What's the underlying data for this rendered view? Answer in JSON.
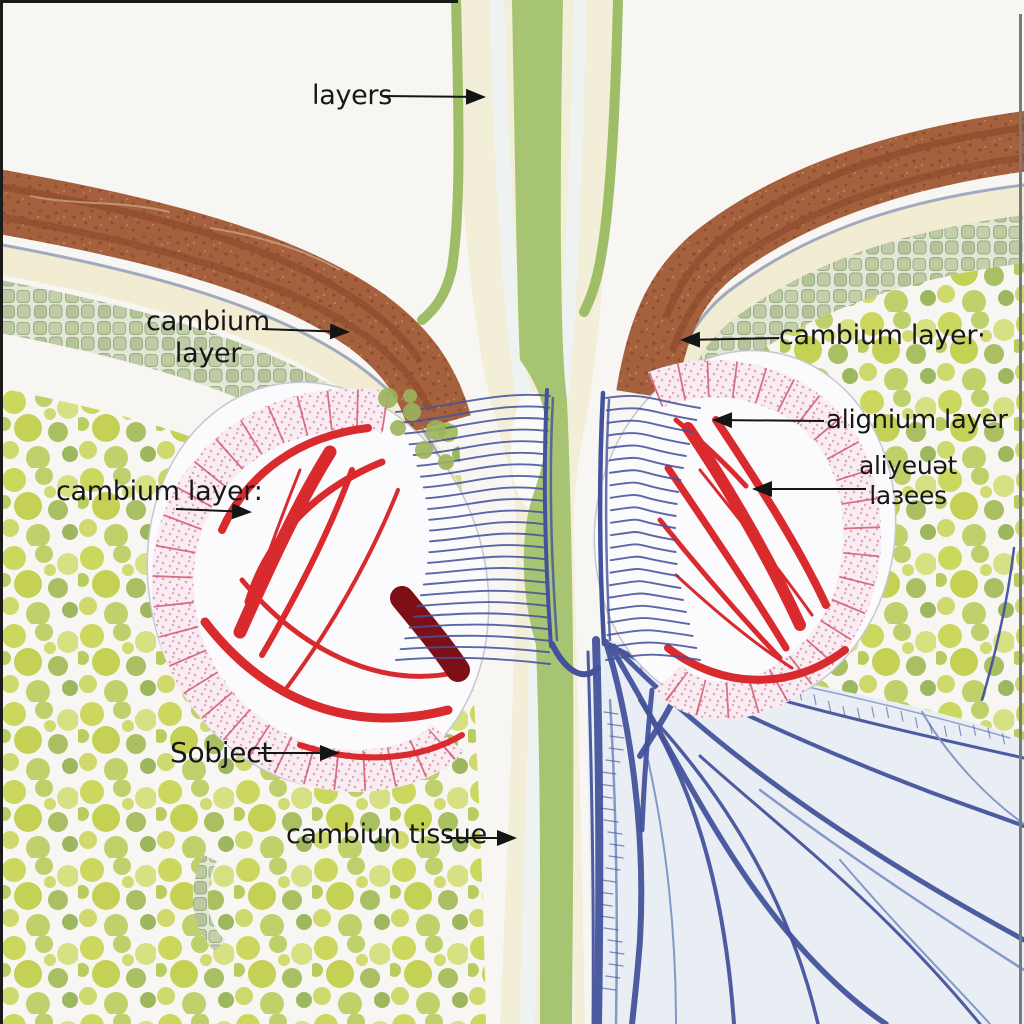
{
  "figure": {
    "description": "Hand-drawn botanical cross-section illustration of a stem junction with labeled tissue layers",
    "labels": {
      "layers": "layers",
      "cambium_top_left": "cambium layer",
      "cambium_right": "cambium layer·",
      "alignium_layer": "alignium layer",
      "aliyeual_laees": "aliyeuət laɜees",
      "cambium_mid_left": "cambium layer:",
      "sobject": "Sobject",
      "cambium_tissue": "cambiun tissue"
    },
    "colors": {
      "background": "#f7f6f3",
      "bark_brown": "#a5613e",
      "bark_dark": "#8d4c2e",
      "cream_band": "#f2ecd2",
      "sage_cell": "#bcc9a2",
      "parenchyma_green": "#ccd75e",
      "stem_core_green": "#a6c471",
      "stem_edge_green": "#9dbd67",
      "vascular_red": "#d92a2e",
      "dark_red_blob": "#7d1016",
      "pink_ring": "#f8edf2",
      "pink_dot": "#e5a3b8",
      "vein_blue": "#44529b",
      "vein_blue_light": "#7e93c4",
      "vein_bg": "#e9eef5",
      "label_ink": "#171717"
    }
  }
}
